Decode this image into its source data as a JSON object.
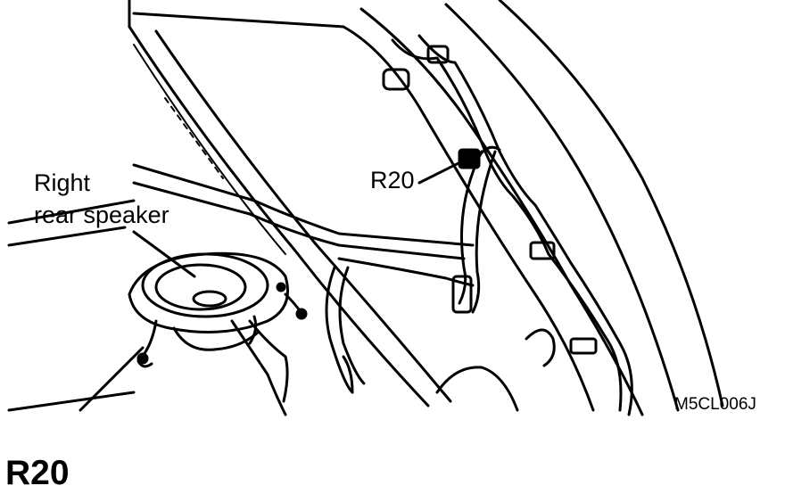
{
  "diagram": {
    "labels": {
      "speaker_line1": "Right",
      "speaker_line2": "rear speaker",
      "connector": "R20",
      "figure_code": "M5CL006J"
    }
  },
  "caption": {
    "title": "R20"
  }
}
